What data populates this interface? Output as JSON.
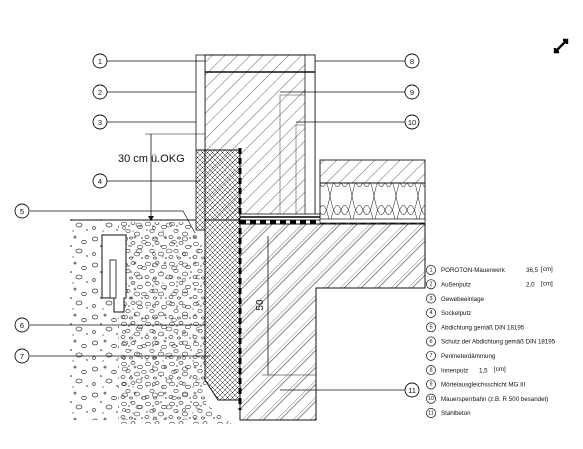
{
  "dimension_label": "30 cm ü.OKG",
  "dimension_50": "50",
  "callouts": [
    "1",
    "2",
    "3",
    "4",
    "5",
    "6",
    "7",
    "8",
    "9",
    "10",
    "11"
  ],
  "legend": [
    {
      "num": "1",
      "text": "POROTON-Mauerwerk",
      "value": "36,5",
      "unit": "[cm]"
    },
    {
      "num": "2",
      "text": "Außenputz",
      "value": "2,0",
      "unit": "[cm]"
    },
    {
      "num": "3",
      "text": "Gewebeeinlage",
      "value": "",
      "unit": ""
    },
    {
      "num": "4",
      "text": "Sockelputz",
      "value": "",
      "unit": ""
    },
    {
      "num": "5",
      "text": "Abdichtung gemäß DIN 18195",
      "value": "",
      "unit": ""
    },
    {
      "num": "6",
      "text": "Schutz der Abdichtung gemäß DIN 18195",
      "value": "",
      "unit": ""
    },
    {
      "num": "7",
      "text": "Perimeterdämmung",
      "value": "",
      "unit": ""
    },
    {
      "num": "8",
      "text": "Innenputz",
      "value": "1,5",
      "unit": "[cm]"
    },
    {
      "num": "9",
      "text": "Mörtelausgleichsschicht MG III",
      "value": "",
      "unit": ""
    },
    {
      "num": "10",
      "text": "Mauersperrbahn (z.B. R 500 besandet)",
      "value": "",
      "unit": ""
    },
    {
      "num": "11",
      "text": "Stahlbeton",
      "value": "",
      "unit": ""
    }
  ],
  "icons": {
    "expand": "expand-arrows-icon"
  }
}
